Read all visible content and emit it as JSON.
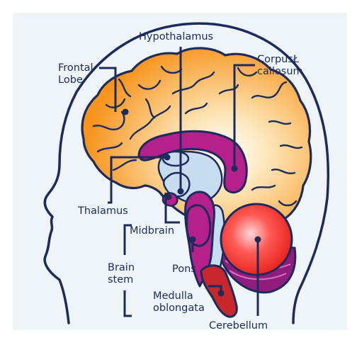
{
  "labels": {
    "hypothalamus": "Hypothalamus",
    "frontal_lobe": "Frontal\nLobe",
    "corpus_callosum": "CorpusŁ\ncallosum",
    "thalamus": "Thalamus",
    "midbrain": "Midbrain",
    "brain_stem": "Brain\nstem",
    "pons": "Pons",
    "medulla_oblongata": "Medulla\noblongata",
    "cerebellum": "Cerebellum"
  },
  "colors": {
    "background": "#eef4f8",
    "outline": "#1d2b5b",
    "cerebrum": "#f7941d",
    "cerebrum_glow": "#fde3b3",
    "corpus_callosum": "#b5208c",
    "ventricle": "#c6ddf1",
    "midbrain_pons": "#b5208c",
    "medulla": "#c8272e",
    "cerebellum": "#e8231f",
    "cerebellum_highlight": "#ffc7c7",
    "cerebellum_base": "#8e1d7d"
  }
}
